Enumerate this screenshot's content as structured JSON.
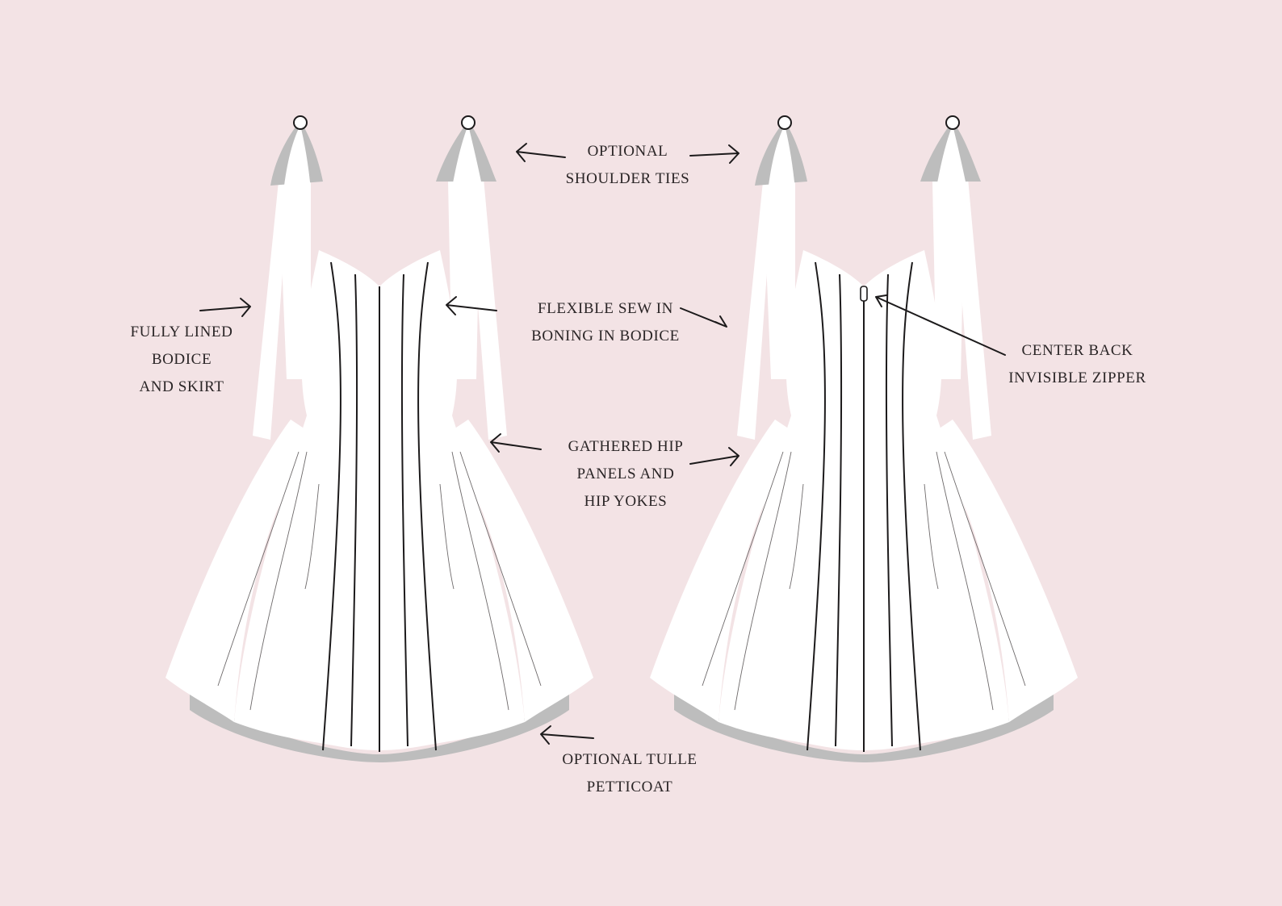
{
  "colors": {
    "background": "#f3e3e5",
    "garment_fill": "#ffffff",
    "garment_shadow": "#bdbdbd",
    "outline": "#1c1a1b"
  },
  "sketches": {
    "front": "front-view-dress",
    "back": "back-view-dress"
  },
  "labels": {
    "shoulder_ties": [
      "OPTIONAL",
      "SHOULDER TIES"
    ],
    "lined": [
      "FULLY LINED",
      "BODICE",
      "AND SKIRT"
    ],
    "boning": [
      "FLEXIBLE SEW IN",
      "BONING IN BODICE"
    ],
    "zipper": [
      "CENTER BACK",
      "INVISIBLE ZIPPER"
    ],
    "hip": [
      "GATHERED HIP",
      "PANELS AND",
      "HIP YOKES"
    ],
    "tulle": [
      "OPTIONAL TULLE",
      "PETTICOAT"
    ]
  }
}
